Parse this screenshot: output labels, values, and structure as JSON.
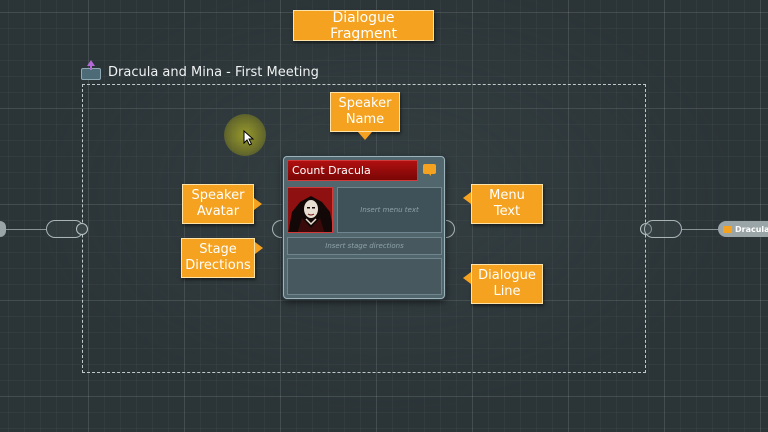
{
  "fragment": {
    "title": "Dracula and Mina - First Meeting"
  },
  "node": {
    "speaker_name": "Count Dracula",
    "menu_text_placeholder": "Insert menu text",
    "stage_directions_placeholder": "Insert stage directions",
    "dialogue_line": ""
  },
  "next_node": {
    "label": "Dracula"
  },
  "callouts": {
    "dialogue_fragment": "Dialogue Fragment",
    "speaker_name": [
      "Speaker",
      "Name"
    ],
    "speaker_avatar": [
      "Speaker",
      "Avatar"
    ],
    "stage_directions": [
      "Stage",
      "Directions"
    ],
    "menu_text": [
      "Menu",
      "Text"
    ],
    "dialogue_line": [
      "Dialogue",
      "Line"
    ]
  },
  "colors": {
    "callout": "#f4a21f",
    "speaker_bar": "#b01010",
    "node_body": "#52666e",
    "background": "#2b3437"
  },
  "icons": [
    "frame-upload-icon",
    "speech-bubble-icon",
    "mouse-cursor-icon"
  ]
}
